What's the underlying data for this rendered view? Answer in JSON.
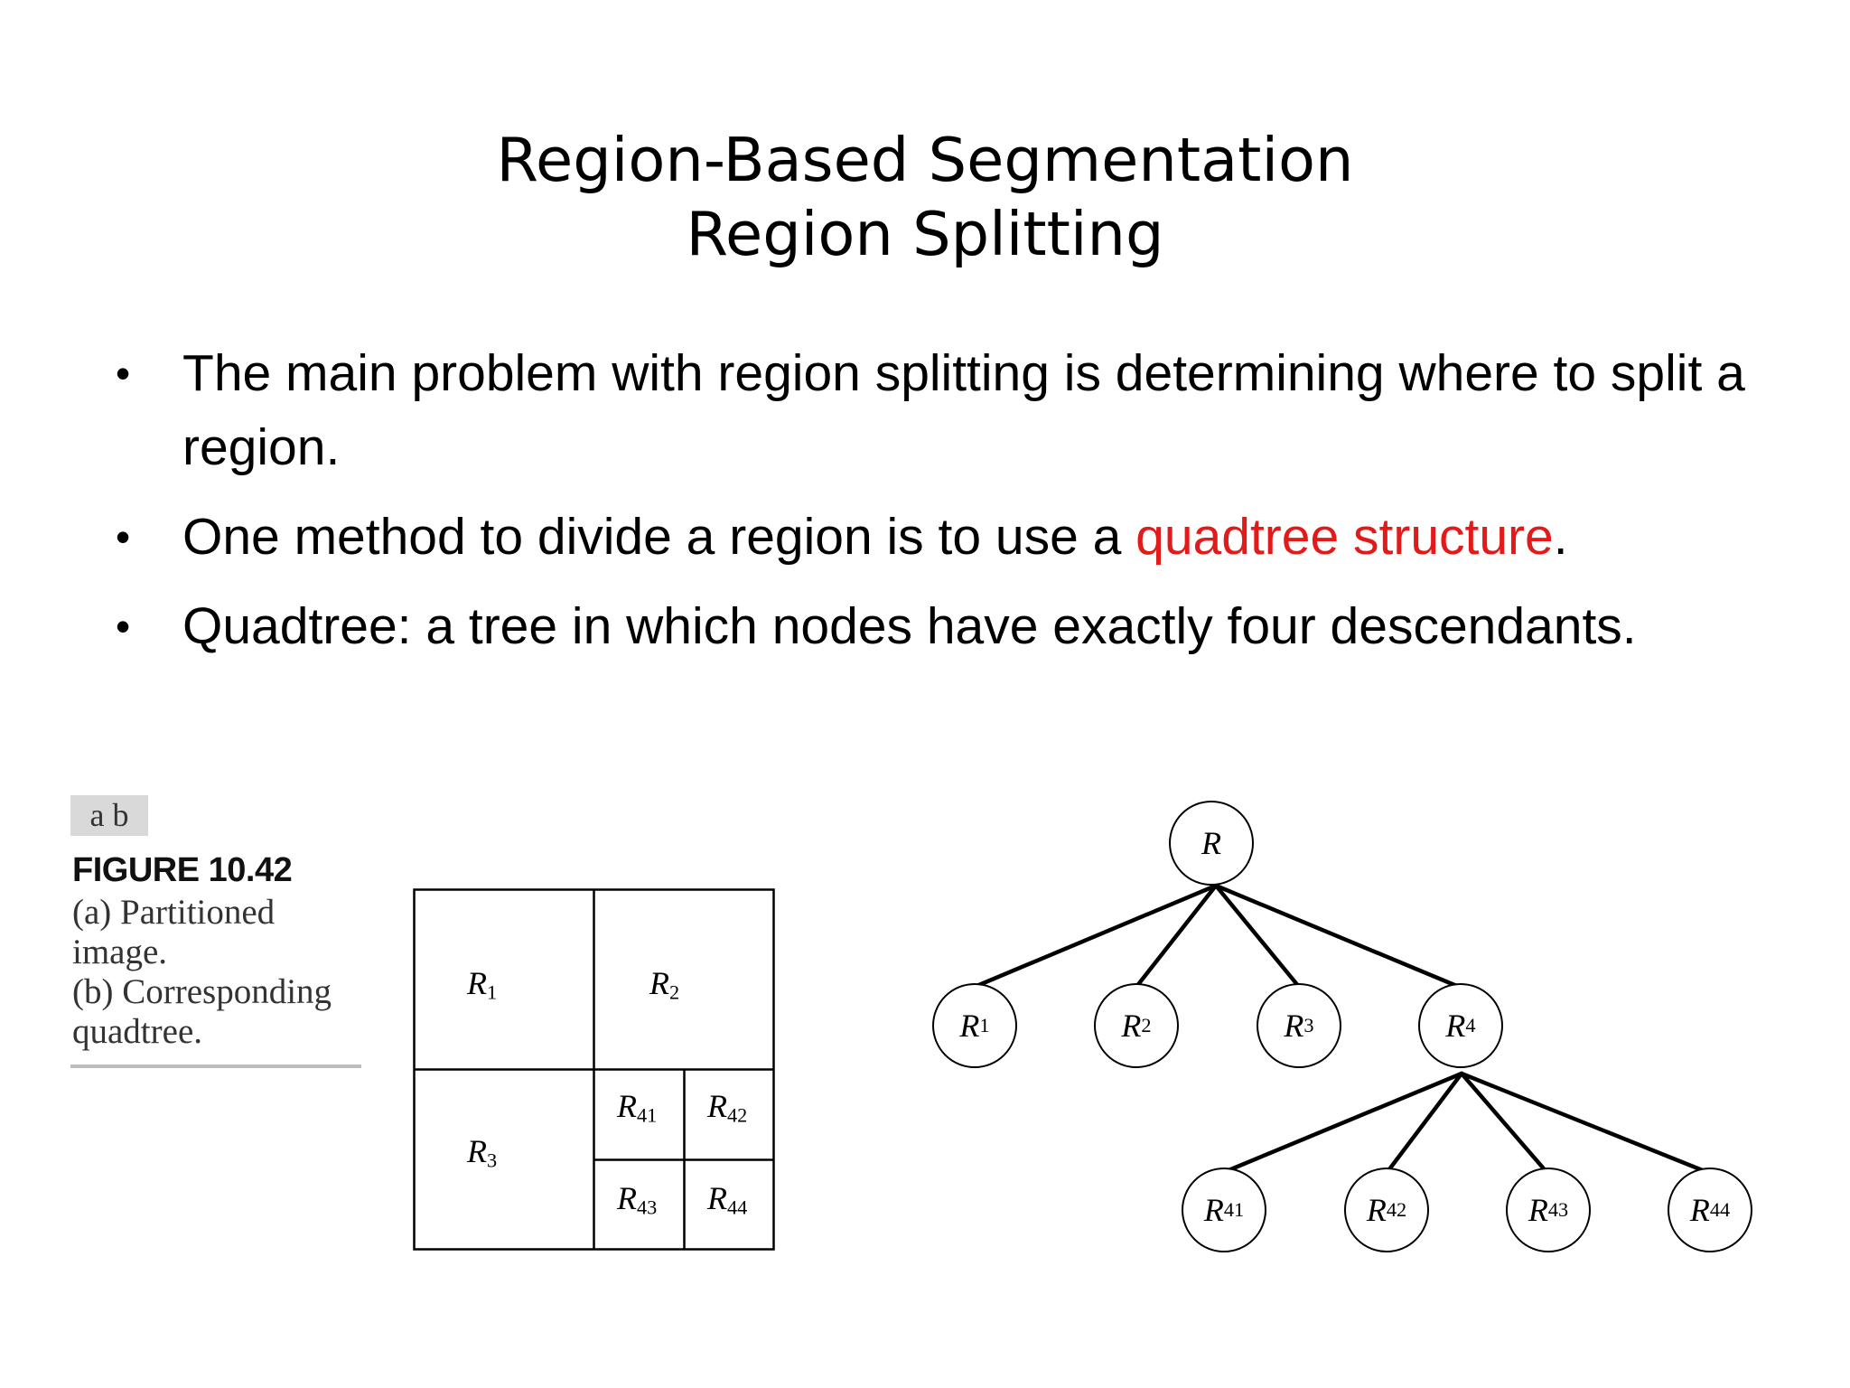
{
  "slide": {
    "title_line1": "Region-Based Segmentation",
    "title_line2": "Region Splitting",
    "bullets": [
      {
        "text": "The main problem with region splitting is determining where to split a region."
      },
      {
        "text_before": "One method to divide a region is to use a ",
        "highlight": "quadtree structure",
        "text_after": ".",
        "highlight_color": "#e31a1a"
      },
      {
        "text": "Quadtree: a tree in which nodes have exactly four descendants."
      }
    ]
  },
  "figure": {
    "tag": "a  b",
    "label": "FIGURE 10.42",
    "caption_a": "(a) Partitioned image.",
    "caption_b": "(b) Corresponding quadtree."
  },
  "partition": {
    "r1": {
      "base": "R",
      "sub": "1"
    },
    "r2": {
      "base": "R",
      "sub": "2"
    },
    "r3": {
      "base": "R",
      "sub": "3"
    },
    "r41": {
      "base": "R",
      "sub": "41"
    },
    "r42": {
      "base": "R",
      "sub": "42"
    },
    "r43": {
      "base": "R",
      "sub": "43"
    },
    "r44": {
      "base": "R",
      "sub": "44"
    }
  },
  "tree": {
    "root": {
      "base": "R",
      "sub": ""
    },
    "level1": [
      {
        "base": "R",
        "sub": "1"
      },
      {
        "base": "R",
        "sub": "2"
      },
      {
        "base": "R",
        "sub": "3"
      },
      {
        "base": "R",
        "sub": "4"
      }
    ],
    "level2": [
      {
        "base": "R",
        "sub": "41"
      },
      {
        "base": "R",
        "sub": "42"
      },
      {
        "base": "R",
        "sub": "43"
      },
      {
        "base": "R",
        "sub": "44"
      }
    ]
  }
}
